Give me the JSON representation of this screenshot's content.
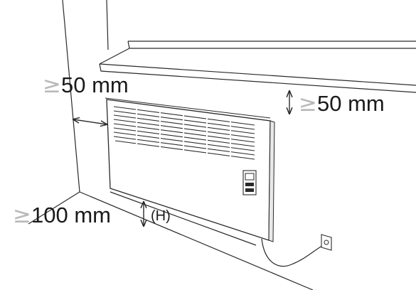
{
  "labels": {
    "geq_symbol": "≥",
    "side_clearance": "50 mm",
    "top_clearance": "50 mm",
    "floor_clearance": "100 mm",
    "height_marker": "(H)"
  },
  "colors": {
    "line": "#2a2a2a",
    "faint_line": "#8a8a8a",
    "geq": "#b9b9b9",
    "text": "#1a1a1a"
  }
}
